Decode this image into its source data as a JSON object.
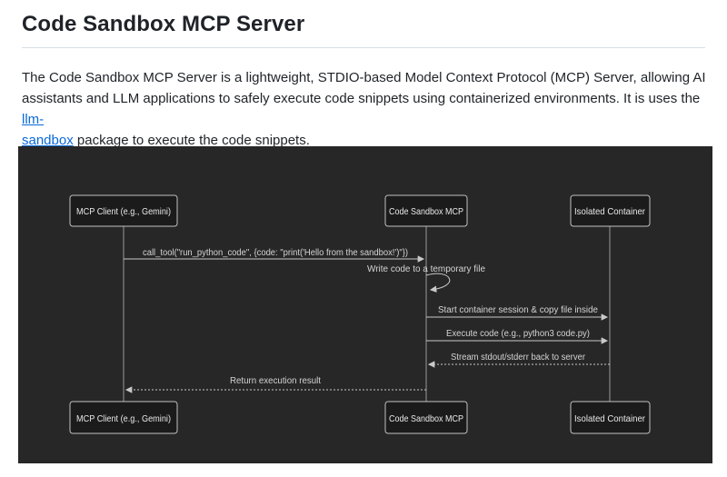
{
  "page": {
    "title": "Code Sandbox MCP Server",
    "intro": {
      "line1": "The Code Sandbox MCP Server is a lightweight, STDIO-based Model Context Protocol (MCP) Server, allowing AI",
      "line2_before_link": "assistants and LLM applications to safely execute code snippets using containerized environments. It is uses the ",
      "link_part1": "llm-",
      "link_part2": "sandbox",
      "line3_after_link": " package to execute the code snippets."
    },
    "colors": {
      "heading_text": "#1f2328",
      "body_text": "#1f2328",
      "link": "#0969da",
      "divider": "#d8dee4"
    }
  },
  "diagram": {
    "type": "sequence",
    "participants": [
      {
        "label": "MCP Client (e.g., Gemini)"
      },
      {
        "label": "Code Sandbox MCP"
      },
      {
        "label": "Isolated Container"
      }
    ],
    "messages": [
      {
        "label": "call_tool(\"run_python_code\", {code: \"print('Hello from the sandbox!')\"})",
        "from": "MCP Client (e.g., Gemini)",
        "to": "Code Sandbox MCP",
        "style": "solid"
      },
      {
        "label": "Write code to a temporary file",
        "from": "Code Sandbox MCP",
        "to": "Code Sandbox MCP",
        "style": "self-loop"
      },
      {
        "label": "Start container session & copy file inside",
        "from": "Code Sandbox MCP",
        "to": "Isolated Container",
        "style": "solid"
      },
      {
        "label": "Execute code (e.g., python3 code.py)",
        "from": "Code Sandbox MCP",
        "to": "Isolated Container",
        "style": "solid"
      },
      {
        "label": "Stream stdout/stderr back to server",
        "from": "Isolated Container",
        "to": "Code Sandbox MCP",
        "style": "dashed"
      },
      {
        "label": "Return execution result",
        "from": "Code Sandbox MCP",
        "to": "MCP Client (e.g., Gemini)",
        "style": "dashed"
      }
    ],
    "colors": {
      "background": "#272727",
      "actor_fill": "#1b1b1b",
      "actor_border": "#c0c0c0",
      "actor_text": "#e9e9e9",
      "message_text": "#d4d4d4",
      "arrow": "#c9c9c9",
      "lifeline": "#9a9a9a"
    }
  }
}
